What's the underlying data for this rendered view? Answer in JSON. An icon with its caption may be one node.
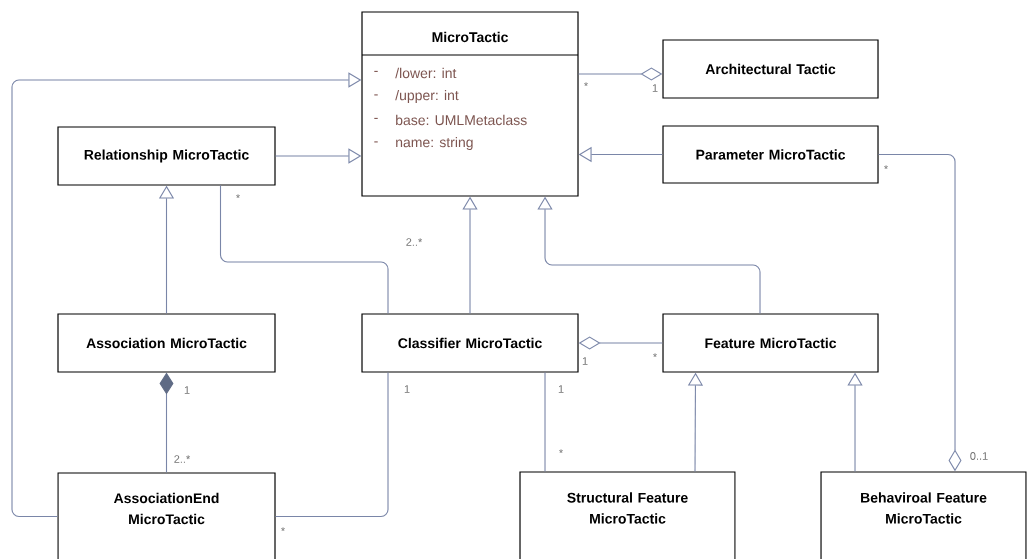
{
  "diagram": {
    "nodes": [
      {
        "text": [
          "MicroTactic",
          "-",
          "/lower: int",
          "-",
          "/upper: int",
          "-",
          "base: UMLMetaclass",
          "-",
          "name: string"
        ]
      },
      {
        "text": [
          "Architectural Tactic"
        ]
      },
      {
        "text": [
          "Relationship MicroTactic"
        ]
      },
      {
        "text": [
          "Parameter MicroTactic"
        ]
      },
      {
        "text": [
          "Association MicroTactic"
        ]
      },
      {
        "text": [
          "Classifier MicroTactic"
        ]
      },
      {
        "text": [
          "Feature MicroTactic"
        ]
      },
      {
        "text": [
          "AssociationEnd MicroTactic"
        ]
      },
      {
        "text": [
          "Structural Feature MicroTactic"
        ]
      },
      {
        "text": [
          "Behaviroal Feature MicroTactic"
        ]
      }
    ],
    "edges": [
      {
        "from": 7,
        "to": 0,
        "arrow": "to"
      },
      {
        "from": 2,
        "to": 0,
        "arrow": "to"
      },
      {
        "from": 3,
        "to": 0,
        "arrow": "to"
      },
      {
        "from": 5,
        "to": 0,
        "arrow": "to"
      },
      {
        "from": 6,
        "to": 0,
        "arrow": "to"
      },
      {
        "from": 4,
        "to": 2,
        "arrow": "to"
      },
      {
        "from": 8,
        "to": 6,
        "arrow": "to"
      },
      {
        "from": 9,
        "to": 6,
        "arrow": "to"
      },
      {
        "from": 0,
        "to": 1,
        "arrow": "other"
      },
      {
        "from": 2,
        "to": 5,
        "arrow": "none"
      },
      {
        "from": 6,
        "to": 5,
        "arrow": "other"
      },
      {
        "from": 7,
        "to": 4,
        "arrow": "other"
      },
      {
        "from": 5,
        "to": 7,
        "arrow": "none"
      },
      {
        "from": 5,
        "to": 8,
        "arrow": "none"
      },
      {
        "from": 3,
        "to": 9,
        "arrow": "other"
      }
    ],
    "labels": [
      "*",
      "1",
      "*",
      "*",
      "2..*",
      "1",
      "*",
      "1",
      "1",
      "1",
      "2..*",
      "*",
      "0..1",
      "*"
    ]
  }
}
